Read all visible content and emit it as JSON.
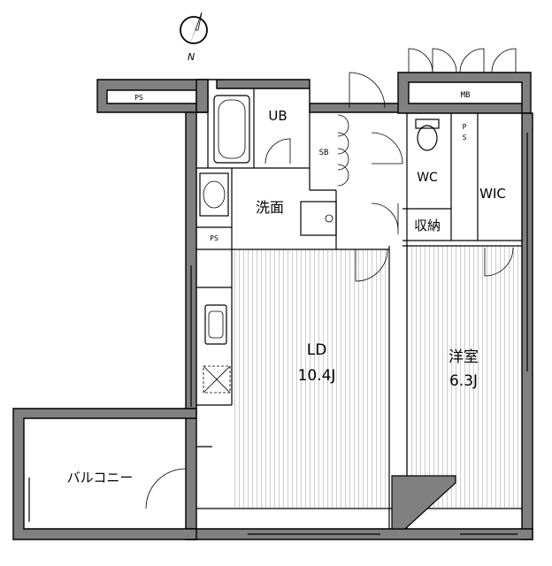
{
  "north": {
    "label": "N"
  },
  "rooms": {
    "ld": {
      "name": "LD",
      "size": "10.4J"
    },
    "bedroom": {
      "name": "洋室",
      "size": "6.3J"
    },
    "ub": {
      "name": "UB"
    },
    "washroom": {
      "name": "洗面"
    },
    "wc": {
      "name": "WC"
    },
    "wic": {
      "name": "WIC"
    },
    "storage": {
      "name": "収納"
    },
    "sb": {
      "name": "SB"
    },
    "balcony": {
      "name": "バルコニー"
    }
  },
  "shafts": {
    "ps_top": "PS",
    "ps_wash": "PS",
    "ps_wc_p": "P",
    "ps_wc_s": "S",
    "mb": "MB"
  },
  "colors": {
    "wall": "#808080",
    "line": "#000000",
    "background": "#ffffff"
  }
}
